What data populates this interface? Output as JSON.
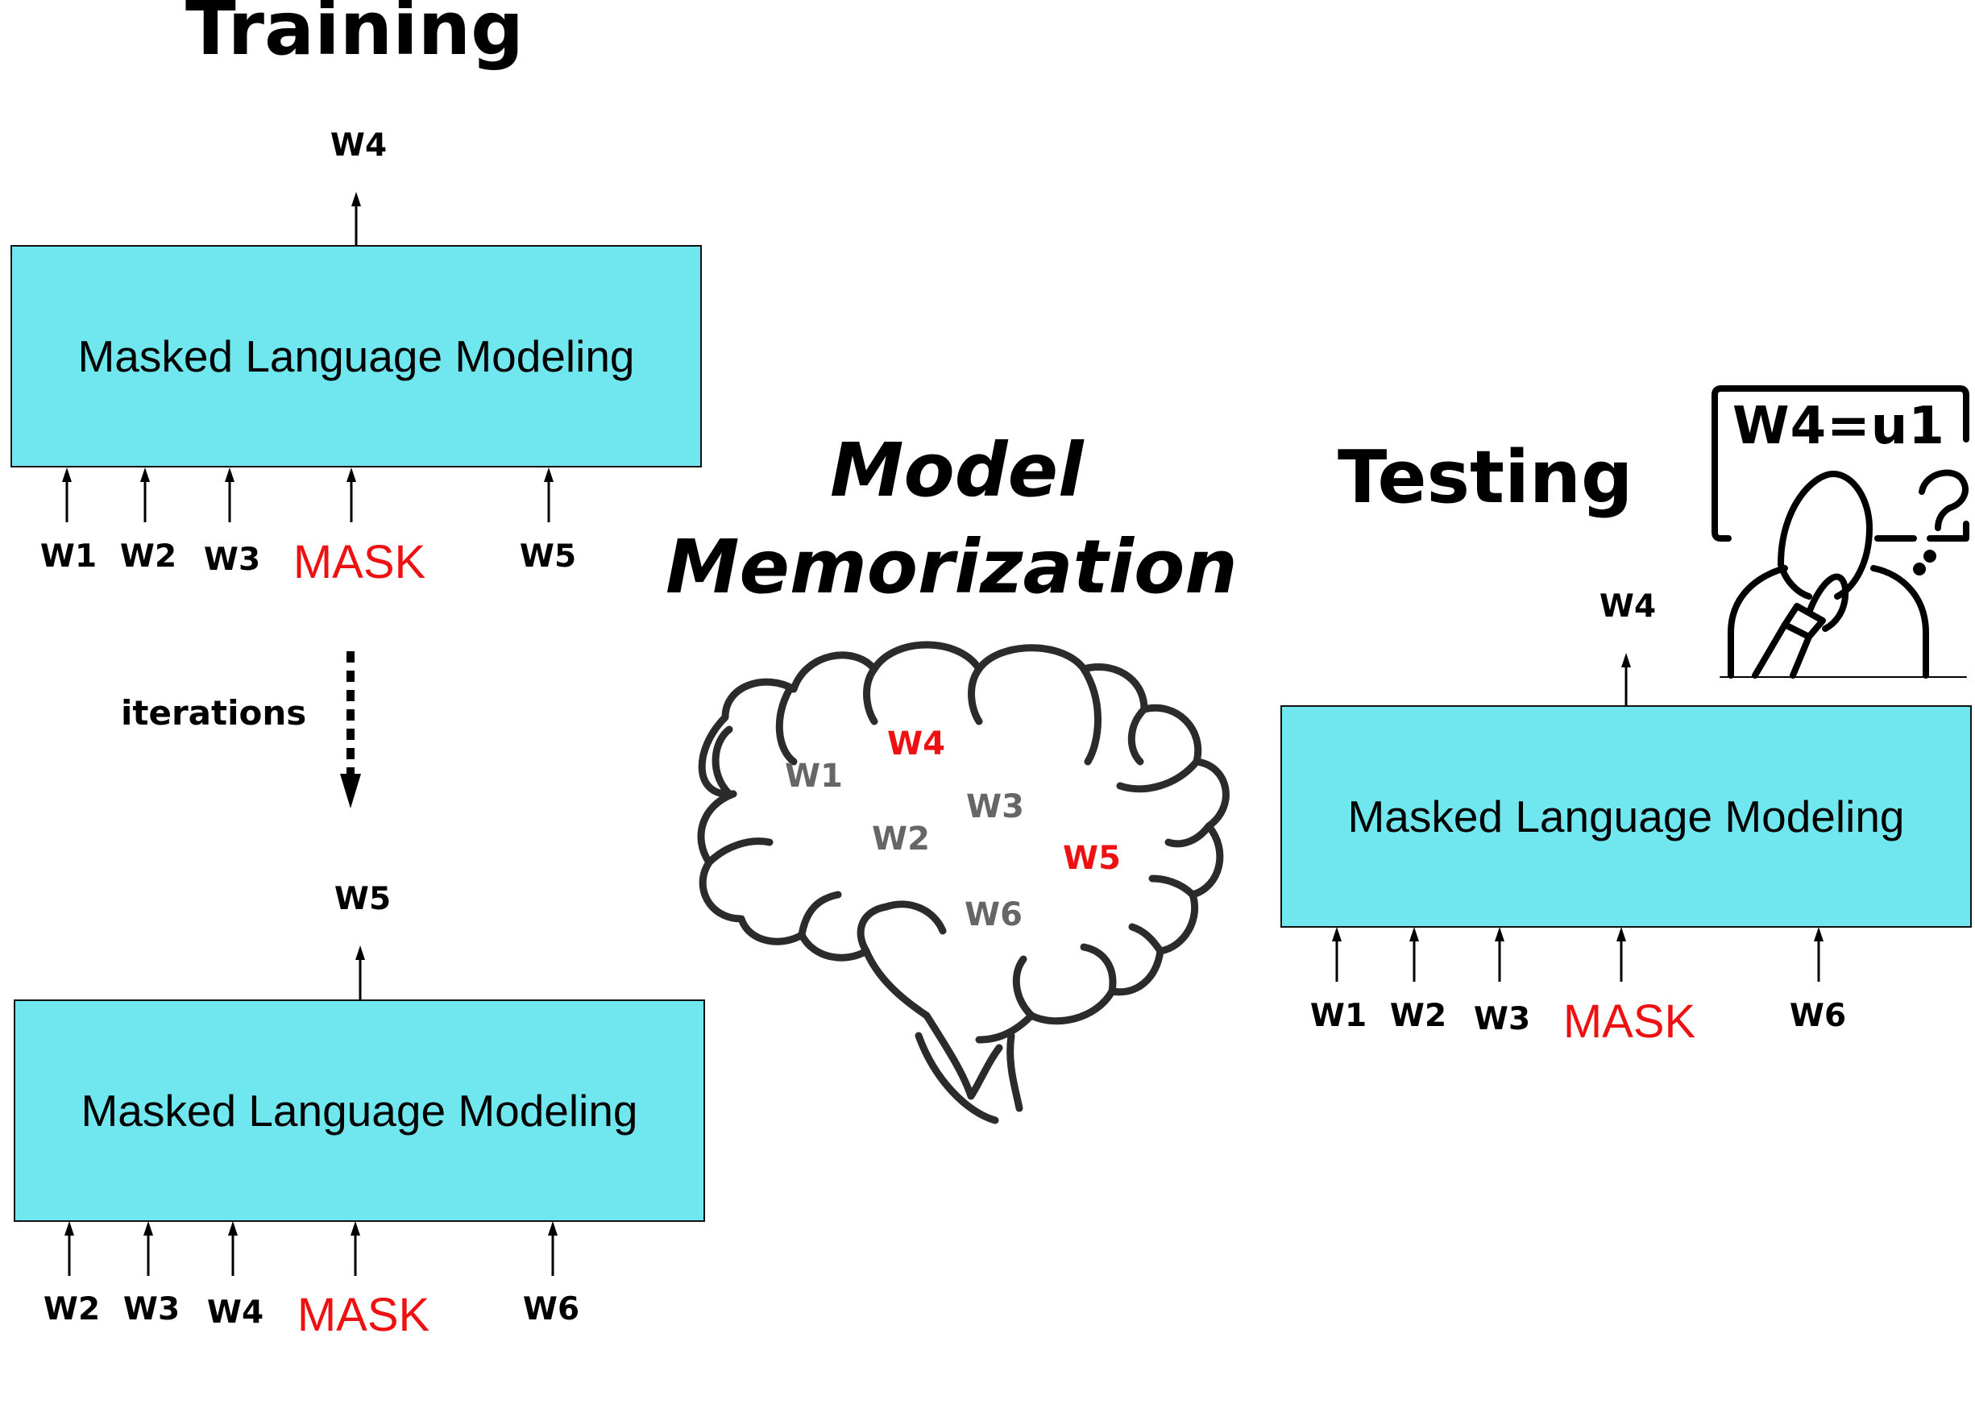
{
  "training": {
    "title": "Training",
    "iterations_label": "iterations",
    "box1": {
      "label": "Masked Language Modeling",
      "output": "W4",
      "inputs": [
        "W1",
        "W2",
        "W3",
        "MASK",
        "W5"
      ]
    },
    "box2": {
      "label": "Masked Language Modeling",
      "output": "W5",
      "inputs": [
        "W2",
        "W3",
        "W4",
        "MASK",
        "W6"
      ]
    }
  },
  "memorization": {
    "title_line1": "Model",
    "title_line2": "Memorization",
    "brain_words": [
      "W1",
      "W4",
      "W3",
      "W2",
      "W5",
      "W6"
    ]
  },
  "testing": {
    "title": "Testing",
    "box": {
      "label": "Masked Language Modeling",
      "output": "W4",
      "inputs": [
        "W1",
        "W2",
        "W3",
        "MASK",
        "W6"
      ]
    },
    "board_text": "W4=u1"
  },
  "colors": {
    "box_fill": "#70e7ef",
    "mask_red": "#ee1111",
    "brain_gray": "#666666",
    "brain_stroke": "#2b2b2b"
  },
  "icons": [
    "arrow-up-icon",
    "dotted-arrow-down-icon",
    "brain-icon",
    "thinking-person-icon"
  ]
}
